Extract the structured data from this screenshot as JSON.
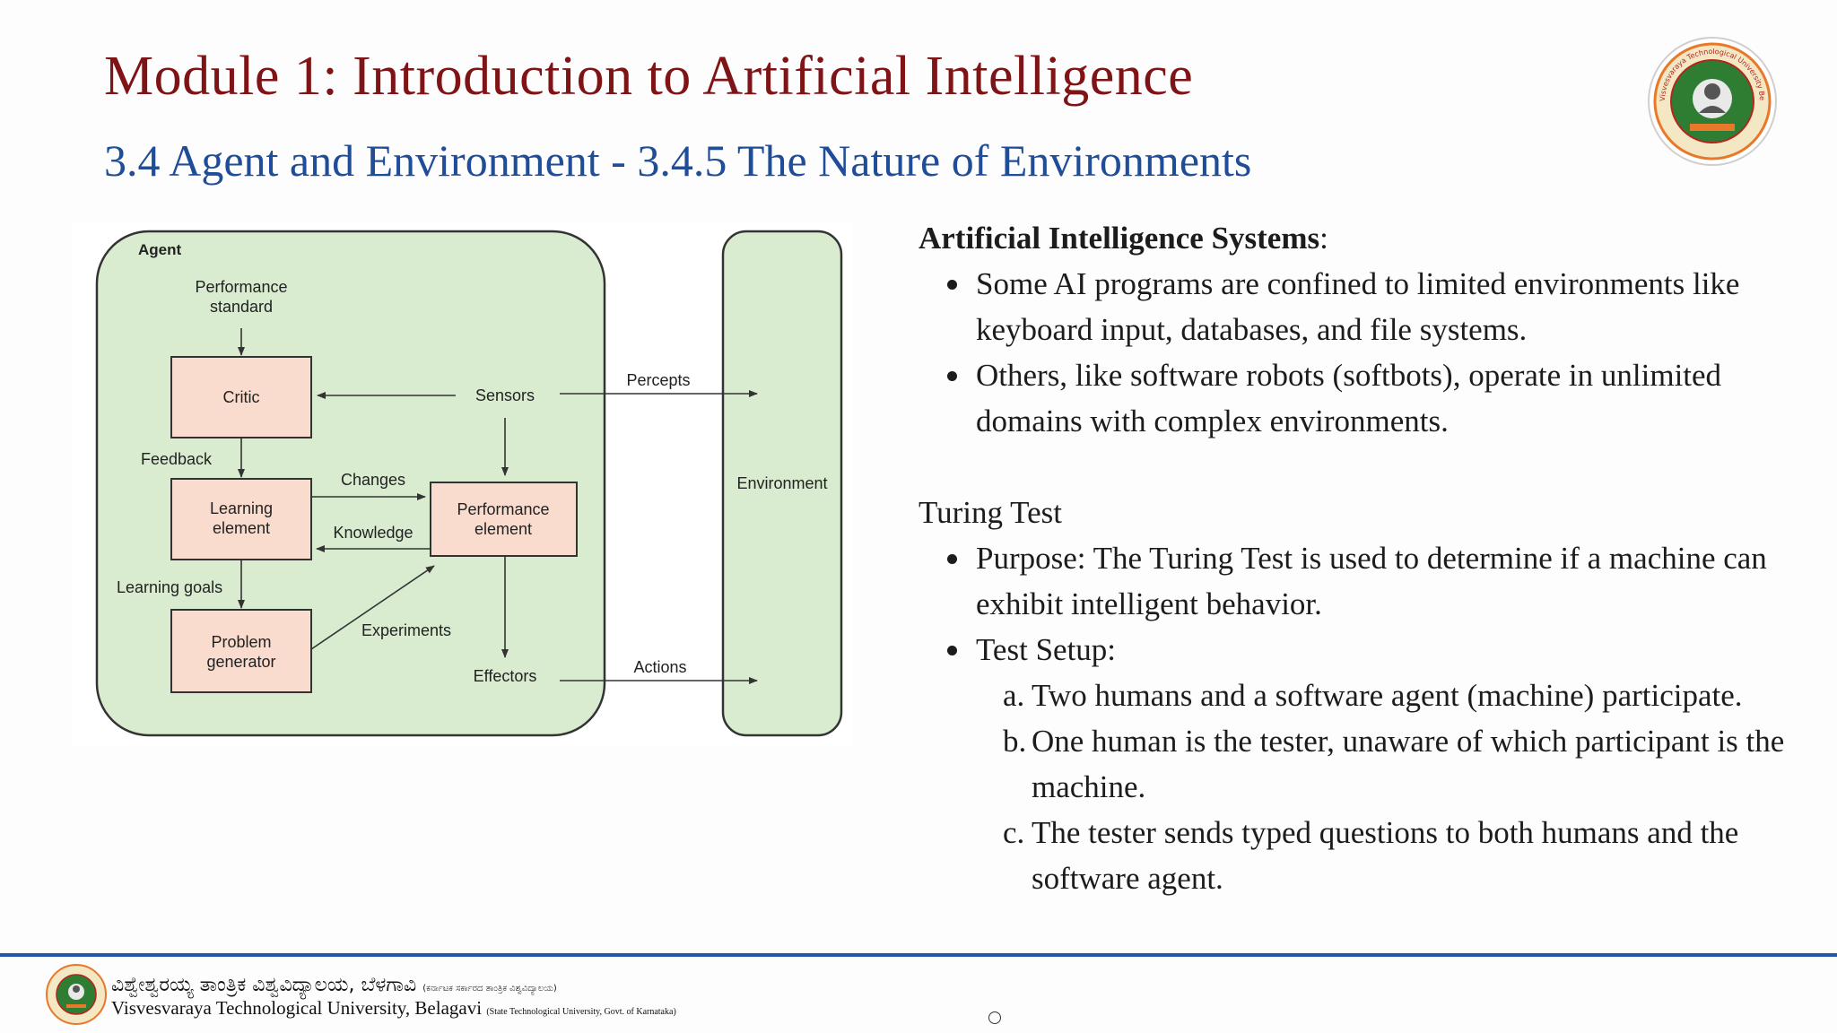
{
  "slide": {
    "title": "Module 1: Introduction to Artificial Intelligence",
    "subtitle": "3.4 Agent and Environment -  3.4.5 The Nature of Environments"
  },
  "diagram": {
    "agent_label": "Agent",
    "performance_standard_line1": "Performance",
    "performance_standard_line2": "standard",
    "critic": "Critic",
    "sensors": "Sensors",
    "percepts": "Percepts",
    "feedback": "Feedback",
    "changes": "Changes",
    "learning_element_line1": "Learning",
    "learning_element_line2": "element",
    "knowledge": "Knowledge",
    "performance_element_line1": "Performance",
    "performance_element_line2": "element",
    "environment": "Environment",
    "learning_goals": "Learning goals",
    "experiments": "Experiments",
    "problem_generator_line1": "Problem",
    "problem_generator_line2": "generator",
    "effectors": "Effectors",
    "actions": "Actions",
    "colors": {
      "panel": "#d9ecd0",
      "box": "#f9dccd",
      "stroke": "#333333"
    }
  },
  "content": {
    "ai_systems_heading": "Artificial Intelligence Systems",
    "ai_systems_colon": ":",
    "ai_bullets": [
      "Some AI programs are confined to limited environments like keyboard input, databases, and file systems.",
      "Others, like software robots (softbots), operate in unlimited domains with complex environments."
    ],
    "turing_heading": "Turing Test",
    "turing_purpose": "Purpose: The Turing Test is used to determine if a machine can exhibit intelligent behavior.",
    "turing_setup": "Test Setup:",
    "setup_items": [
      {
        "letter": "a.",
        "text": "Two humans and a software agent (machine) participate."
      },
      {
        "letter": "b.",
        "text": "One human is the tester, unaware of which participant is the machine."
      },
      {
        "letter": "c.",
        "text": "The tester sends typed questions to both humans and the software agent."
      }
    ]
  },
  "footer": {
    "kannada_name": "ವಿಶ್ವೇಶ್ವರಯ್ಯ ತಾಂತ್ರಿಕ ವಿಶ್ವವಿದ್ಯಾಲಯ, ಬೆಳಗಾವಿ",
    "kannada_note": "(ಕರ್ನಾಟಕ ಸರ್ಕಾರದ ತಾಂತ್ರಿಕ ವಿಶ್ವವಿದ್ಯಾಲಯ)",
    "english_name": "Visvesvaraya Technological University, Belagavi",
    "english_note": "(State Technological University, Govt. of Karnataka)"
  },
  "logo": {
    "ring_text": "Visvesvaraya Technological University Belagavi",
    "colors": {
      "green": "#2e7d32",
      "orange": "#e8782a",
      "cream": "#f3e7c4",
      "red": "#b3261e"
    }
  }
}
